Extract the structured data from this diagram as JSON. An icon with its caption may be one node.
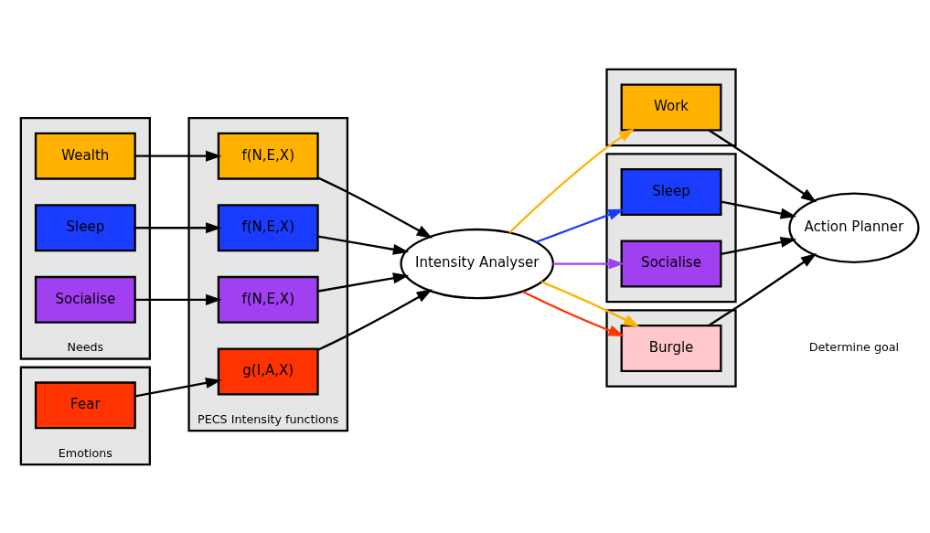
{
  "diagram": {
    "nodes": [
      {
        "text": [
          "Needs"
        ]
      },
      {
        "text": [
          "Wealth"
        ],
        "in": 0
      },
      {
        "text": [
          "Sleep"
        ],
        "in": 0
      },
      {
        "text": [
          "Socialise"
        ],
        "in": 0
      },
      {
        "text": [
          "Emotions"
        ]
      },
      {
        "text": [
          "Fear"
        ],
        "in": 4
      },
      {
        "text": [
          "PECS Intensity functions"
        ]
      },
      {
        "text": [
          "f(N,E,X)"
        ],
        "in": 6
      },
      {
        "text": [
          "f(N,E,X)"
        ],
        "in": 6
      },
      {
        "text": [
          "f(N,E,X)"
        ],
        "in": 6
      },
      {
        "text": [
          "g(I,A,X)"
        ],
        "in": 6
      },
      {
        "text": [
          "Intensity Analyser"
        ]
      },
      {
        "text": [],
        "shape": "box"
      },
      {
        "text": [
          "Work"
        ],
        "in": 12
      },
      {
        "text": [],
        "shape": "box"
      },
      {
        "text": [
          "Sleep"
        ],
        "in": 14
      },
      {
        "text": [
          "Socialise"
        ],
        "in": 14
      },
      {
        "text": [],
        "shape": "box"
      },
      {
        "text": [
          "Burgle"
        ],
        "in": 17
      },
      {
        "text": [
          "Action Planner"
        ]
      }
    ],
    "edges": [
      {
        "from": 1,
        "to": 7,
        "arrow": "to"
      },
      {
        "from": 2,
        "to": 8,
        "arrow": "to"
      },
      {
        "from": 3,
        "to": 9,
        "arrow": "to"
      },
      {
        "from": 5,
        "to": 10,
        "arrow": "to"
      },
      {
        "from": 7,
        "to": 11,
        "arrow": "to"
      },
      {
        "from": 8,
        "to": 11,
        "arrow": "to"
      },
      {
        "from": 9,
        "to": 11,
        "arrow": "to"
      },
      {
        "from": 10,
        "to": 11,
        "arrow": "to"
      },
      {
        "from": 11,
        "to": 13,
        "arrow": "to",
        "color": "#ffb300"
      },
      {
        "from": 11,
        "to": 15,
        "arrow": "to",
        "color": "#1a3cff"
      },
      {
        "from": 11,
        "to": 16,
        "arrow": "to",
        "color": "#a040f0"
      },
      {
        "from": 11,
        "to": 18,
        "arrow": "to",
        "color": "#ff3300"
      },
      {
        "from": 11,
        "to": 18,
        "arrow": "to",
        "color": "#ffb300"
      },
      {
        "from": 13,
        "to": 19,
        "arrow": "to"
      },
      {
        "from": 15,
        "to": 19,
        "arrow": "to"
      },
      {
        "from": 16,
        "to": 19,
        "arrow": "to"
      },
      {
        "from": 18,
        "to": 19,
        "arrow": "to"
      }
    ],
    "labels": [
      "Determine goal"
    ]
  }
}
